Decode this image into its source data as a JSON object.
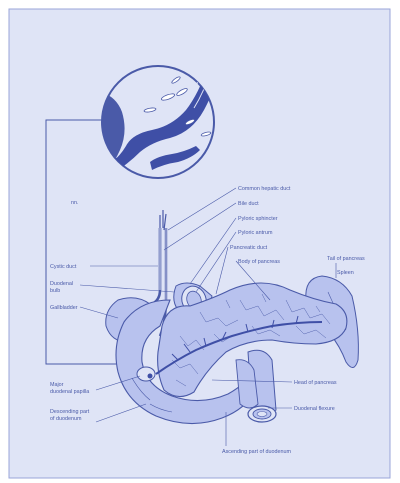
{
  "colors": {
    "paper": "#dfe4f6",
    "ink": "#4a5aa8",
    "fill": "#b8c2ee",
    "fill_dark": "#3f4fa6",
    "line": "#6d7bc4"
  },
  "labels": {
    "common_hepatic_duct": "Common hepatic duct",
    "bile_duct": "Bile duct",
    "pyloric_sphincter": "Pyloric sphincter",
    "pyloric_antrum": "Pyloric antrum",
    "pancreatic_duct": "Pancreatic duct",
    "tail_of_pancreas": "Tail of pancreas",
    "spleen": "Spleen",
    "body_of_pancreas": "Body of pancreas",
    "cystic_duct": "Cystic duct",
    "duodenal_bulb_1": "Duodenal",
    "duodenal_bulb_2": "bulb",
    "gallbladder": "Gallbladder",
    "major_papilla_1": "Major",
    "major_papilla_2": "duodenal papilla",
    "descending_1": "Descending part",
    "descending_2": "of duodenum",
    "head_of_pancreas": "Head of pancreas",
    "duodenal_flexure": "Duodenal flexure",
    "ascending_part": "Ascending part of duodenum"
  }
}
